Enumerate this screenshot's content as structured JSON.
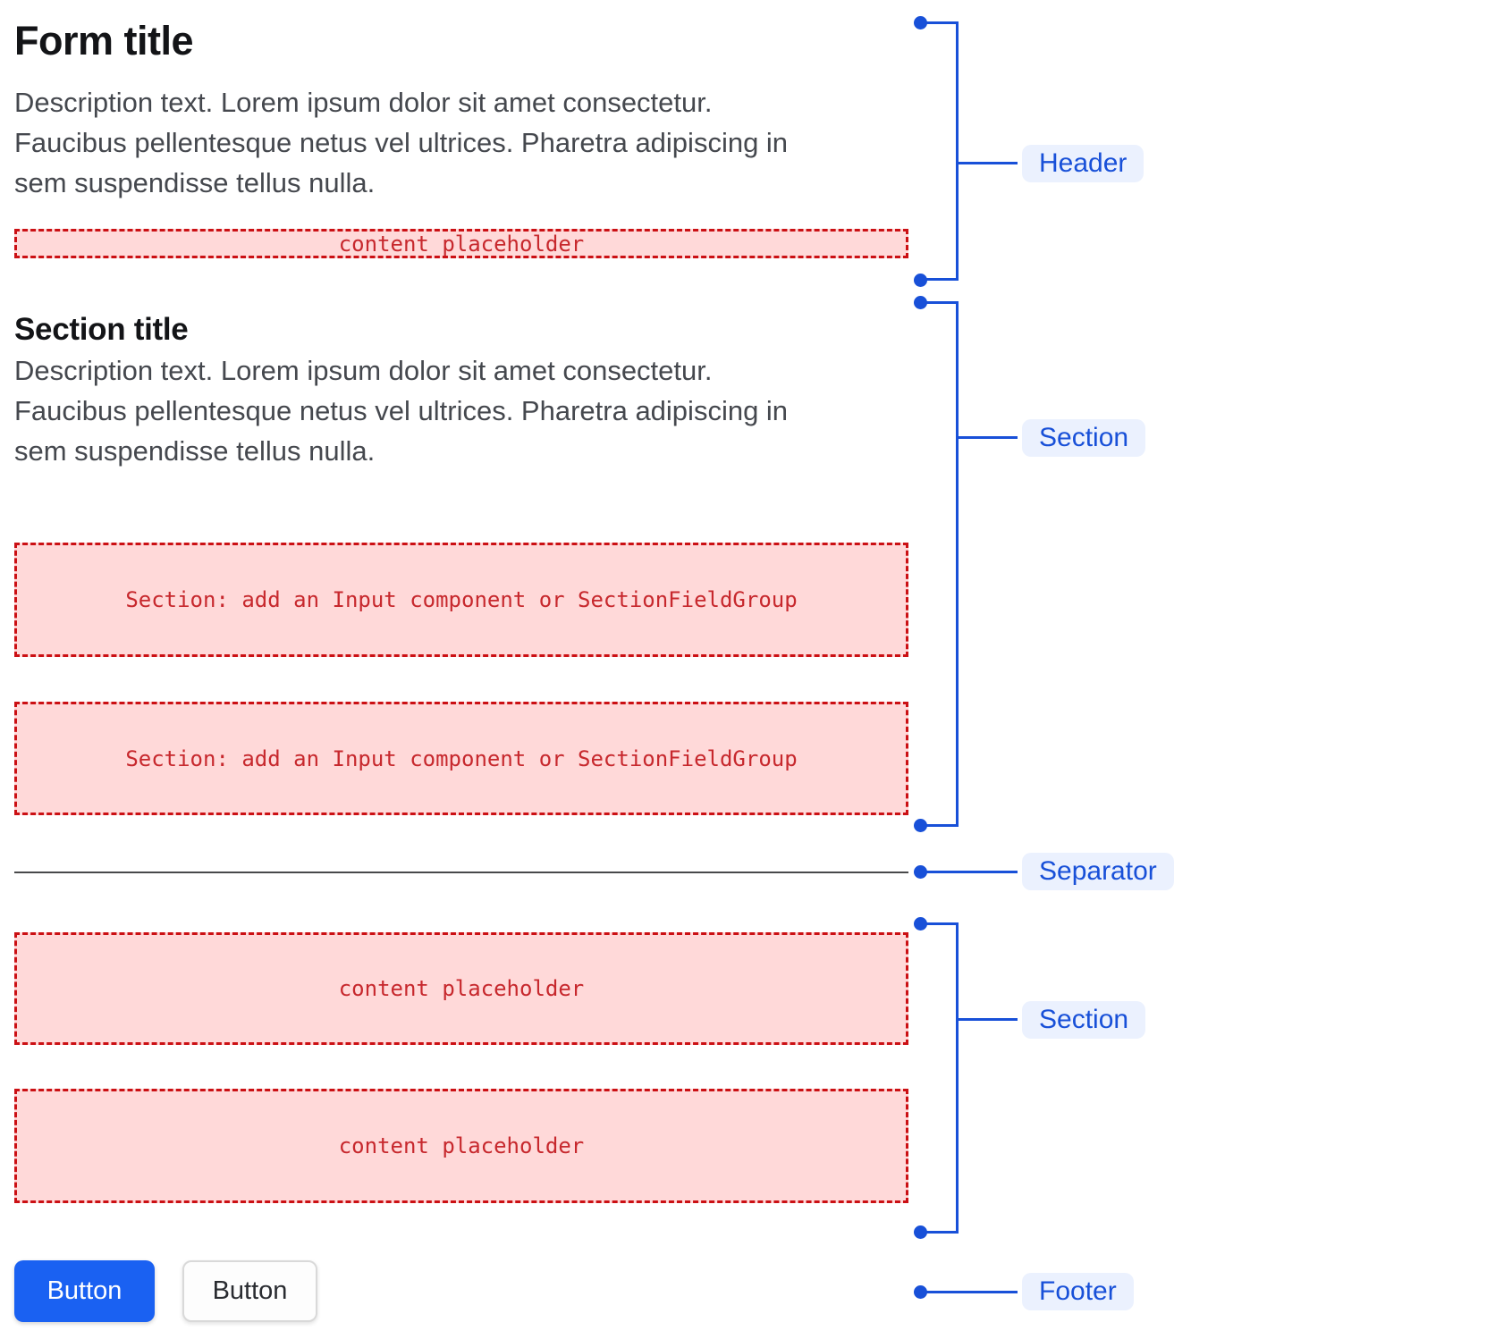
{
  "form": {
    "title": "Form title",
    "description": "Description text. Lorem ipsum dolor sit amet consectetur.\nFaucibus pellentesque netus vel ultrices. Pharetra adipiscing in\nsem suspendisse tellus nulla."
  },
  "header": {
    "placeholder": "content placeholder"
  },
  "section": {
    "title": "Section title",
    "description": "Description text. Lorem ipsum dolor sit amet consectetur.\nFaucibus pellentesque netus vel ultrices. Pharetra adipiscing in\nsem suspendisse tellus nulla.",
    "slot1": "Section: add an Input component or SectionFieldGroup",
    "slot2": "Section: add an Input component or SectionFieldGroup"
  },
  "lower_section": {
    "slot1": "content placeholder",
    "slot2": "content placeholder"
  },
  "footer": {
    "primary_button": "Button",
    "secondary_button": "Button"
  },
  "annotations": {
    "header": "Header",
    "section_top": "Section",
    "separator": "Separator",
    "section_bottom": "Section",
    "footer": "Footer"
  },
  "colors": {
    "annotation_blue": "#1850D8",
    "annotation_chip_bg": "#EBF1FE",
    "placeholder_bg": "#FFD9D9",
    "placeholder_border": "#CB1014",
    "placeholder_text": "#C7282D",
    "separator_line": "#48494B",
    "primary_button_bg": "#1A61F2",
    "primary_button_text": "#FFFFFF"
  }
}
